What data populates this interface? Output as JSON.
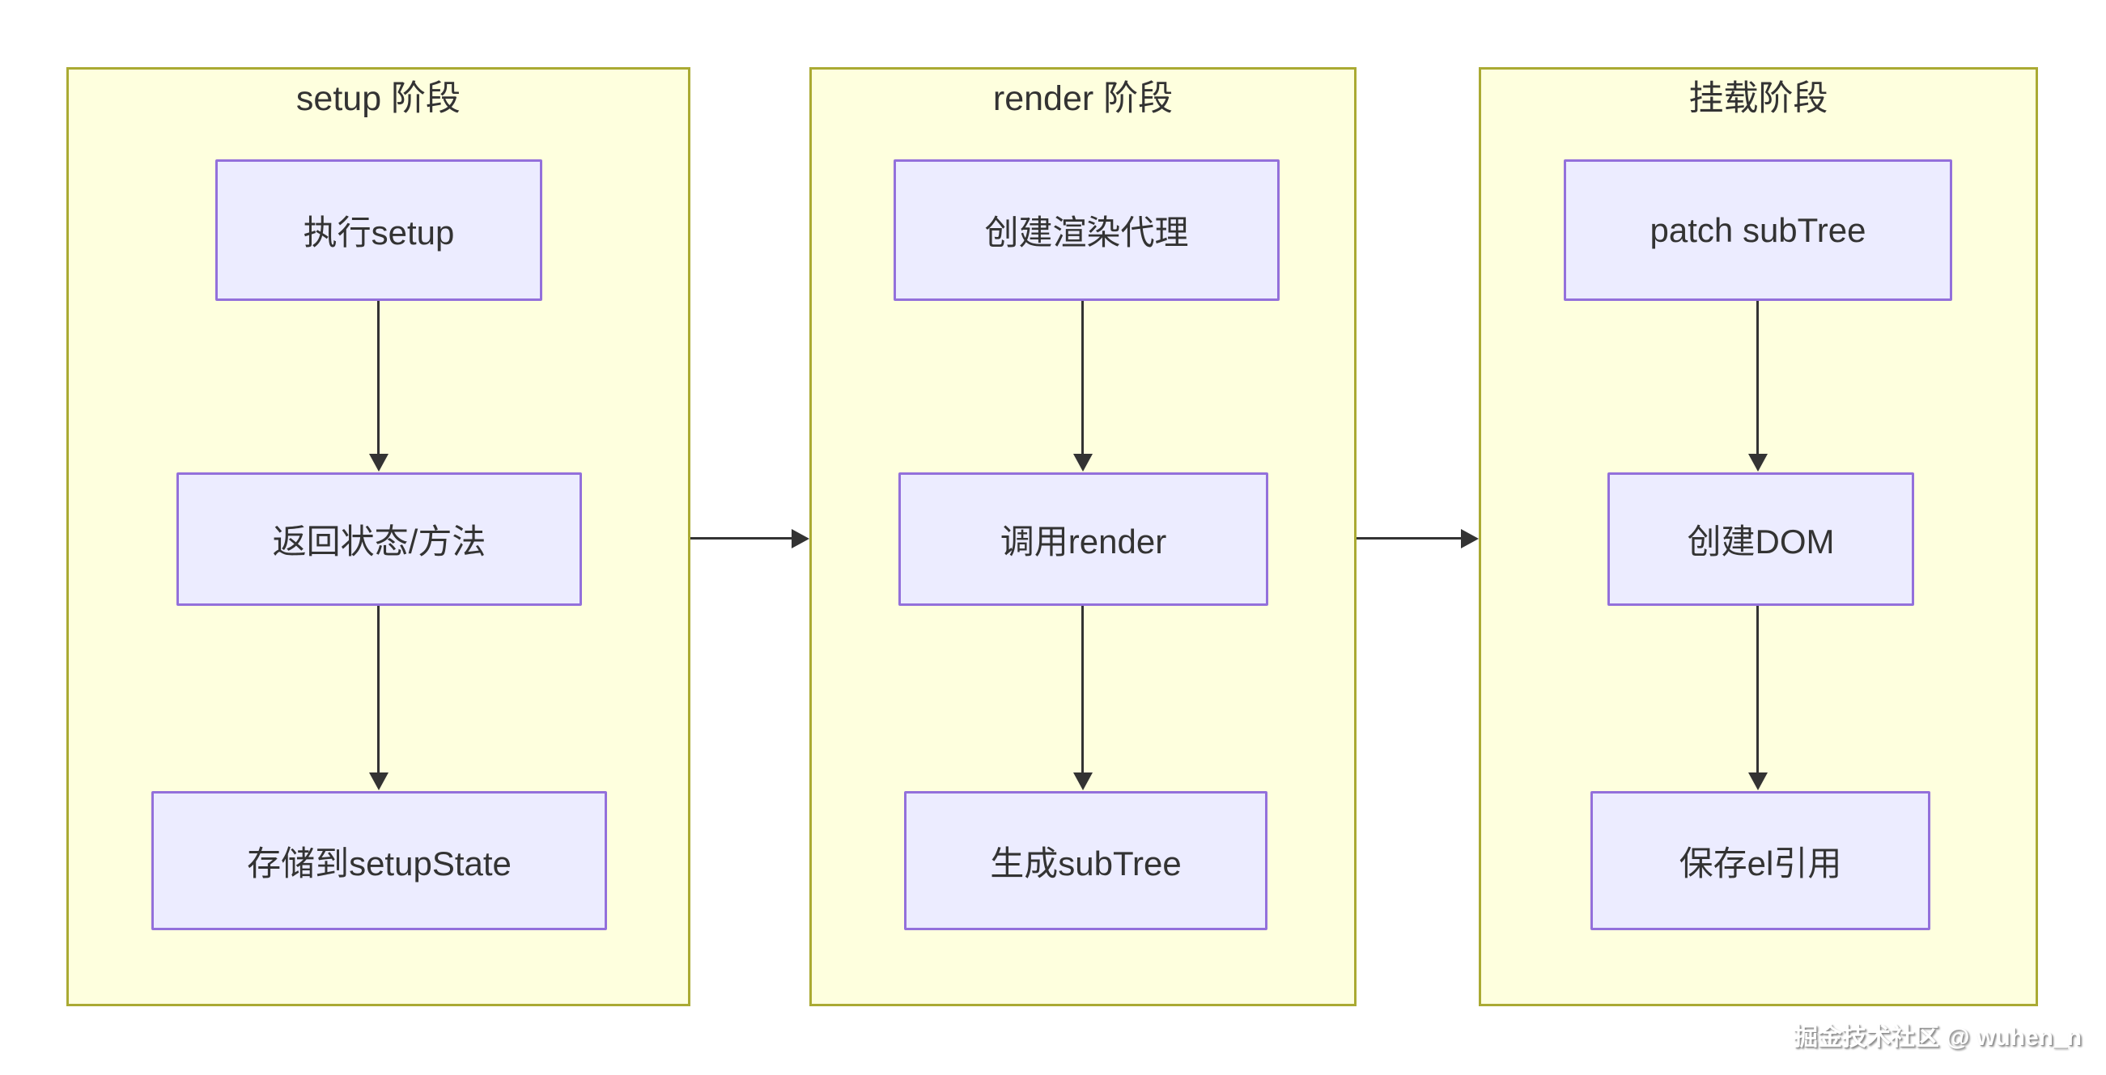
{
  "diagram": {
    "columns": [
      {
        "title": "setup 阶段",
        "boxes": [
          {
            "label": "执行setup"
          },
          {
            "label": "返回状态/方法"
          },
          {
            "label": "存储到setupState"
          }
        ]
      },
      {
        "title": "render 阶段",
        "boxes": [
          {
            "label": "创建渲染代理"
          },
          {
            "label": "调用render"
          },
          {
            "label": "生成subTree"
          }
        ]
      },
      {
        "title": "挂载阶段",
        "boxes": [
          {
            "label": "patch subTree"
          },
          {
            "label": "创建DOM"
          },
          {
            "label": "保存el引用"
          }
        ]
      }
    ],
    "colors": {
      "panel_fill": "#feffde",
      "panel_border": "#aaaa33",
      "node_fill": "#ececff",
      "node_border": "#9370db",
      "arrow": "#333333",
      "text": "#333333",
      "watermark": "#ffffff"
    },
    "watermark": "掘金技术社区 @ wuhen_n"
  }
}
